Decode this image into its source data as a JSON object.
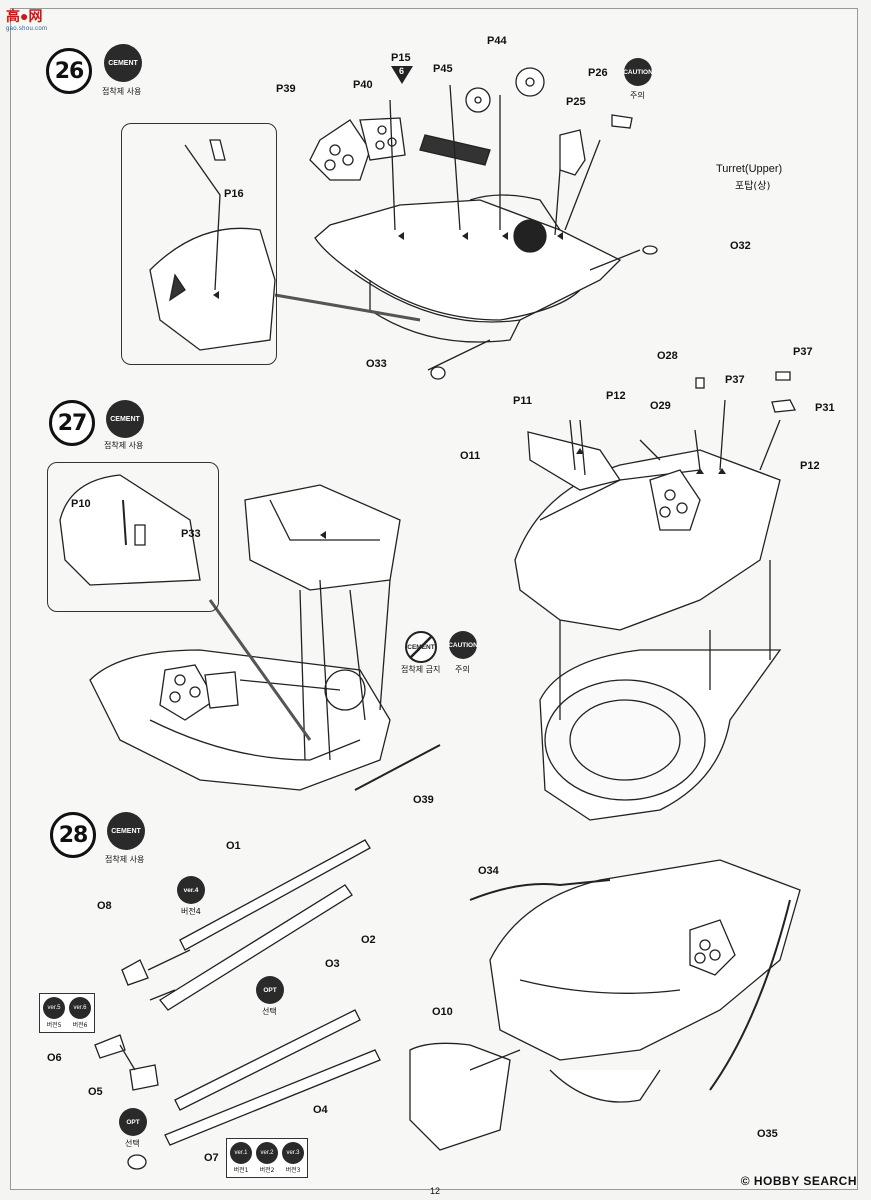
{
  "logo": {
    "mark": "高●网",
    "url_text": "gao.shou.com"
  },
  "page_number": "12",
  "watermark": "© HOBBY SEARCH",
  "steps": [
    {
      "number": "26",
      "badge": "CEMENT",
      "caption": "접착제 사용",
      "caution_badge": "CAUTION",
      "caution_caption": "주의",
      "parts": {
        "p15": "P15",
        "p15_step": "6",
        "p16": "P16",
        "p25": "P25",
        "p26": "P26",
        "p39": "P39",
        "p40": "P40",
        "p44": "P44",
        "p45": "P45",
        "o32": "O32",
        "o33": "O33"
      },
      "turret_label_en": "Turret(Upper)",
      "turret_label_kr": "포탑(상)"
    },
    {
      "number": "27",
      "badge": "CEMENT",
      "caption": "접착제 사용",
      "no_cement_badge": "CEMENT",
      "no_cement_caption": "접착제 금지",
      "caution_badge": "CAUTION",
      "caution_caption": "주의",
      "parts": {
        "p10": "P10",
        "p33": "P33",
        "o39": "O39",
        "o11": "O11",
        "p11": "P11",
        "p12a": "P12",
        "p12b": "P12",
        "o28": "O28",
        "o29": "O29",
        "p37a": "P37",
        "p37b": "P37",
        "p31": "P31"
      }
    },
    {
      "number": "28",
      "badge": "CEMENT",
      "caption": "접착제 사용",
      "ver4_badge": "ver.4",
      "ver4_caption": "버전4",
      "opt_badge": "OPT",
      "opt_caption": "선택",
      "opt2_badge": "OPT",
      "opt2_caption": "선택",
      "ver56": [
        {
          "badge": "ver.5",
          "caption": "버전5"
        },
        {
          "badge": "ver.6",
          "caption": "버전6"
        }
      ],
      "ver123": [
        {
          "badge": "ver.1",
          "caption": "버전1"
        },
        {
          "badge": "ver.2",
          "caption": "버전2"
        },
        {
          "badge": "ver.3",
          "caption": "버전3"
        }
      ],
      "parts": {
        "o1": "O1",
        "o2": "O2",
        "o3": "O3",
        "o4": "O4",
        "o5": "O5",
        "o6": "O6",
        "o7": "O7",
        "o8": "O8",
        "o10": "O10",
        "o34": "O34",
        "o35": "O35"
      }
    }
  ]
}
